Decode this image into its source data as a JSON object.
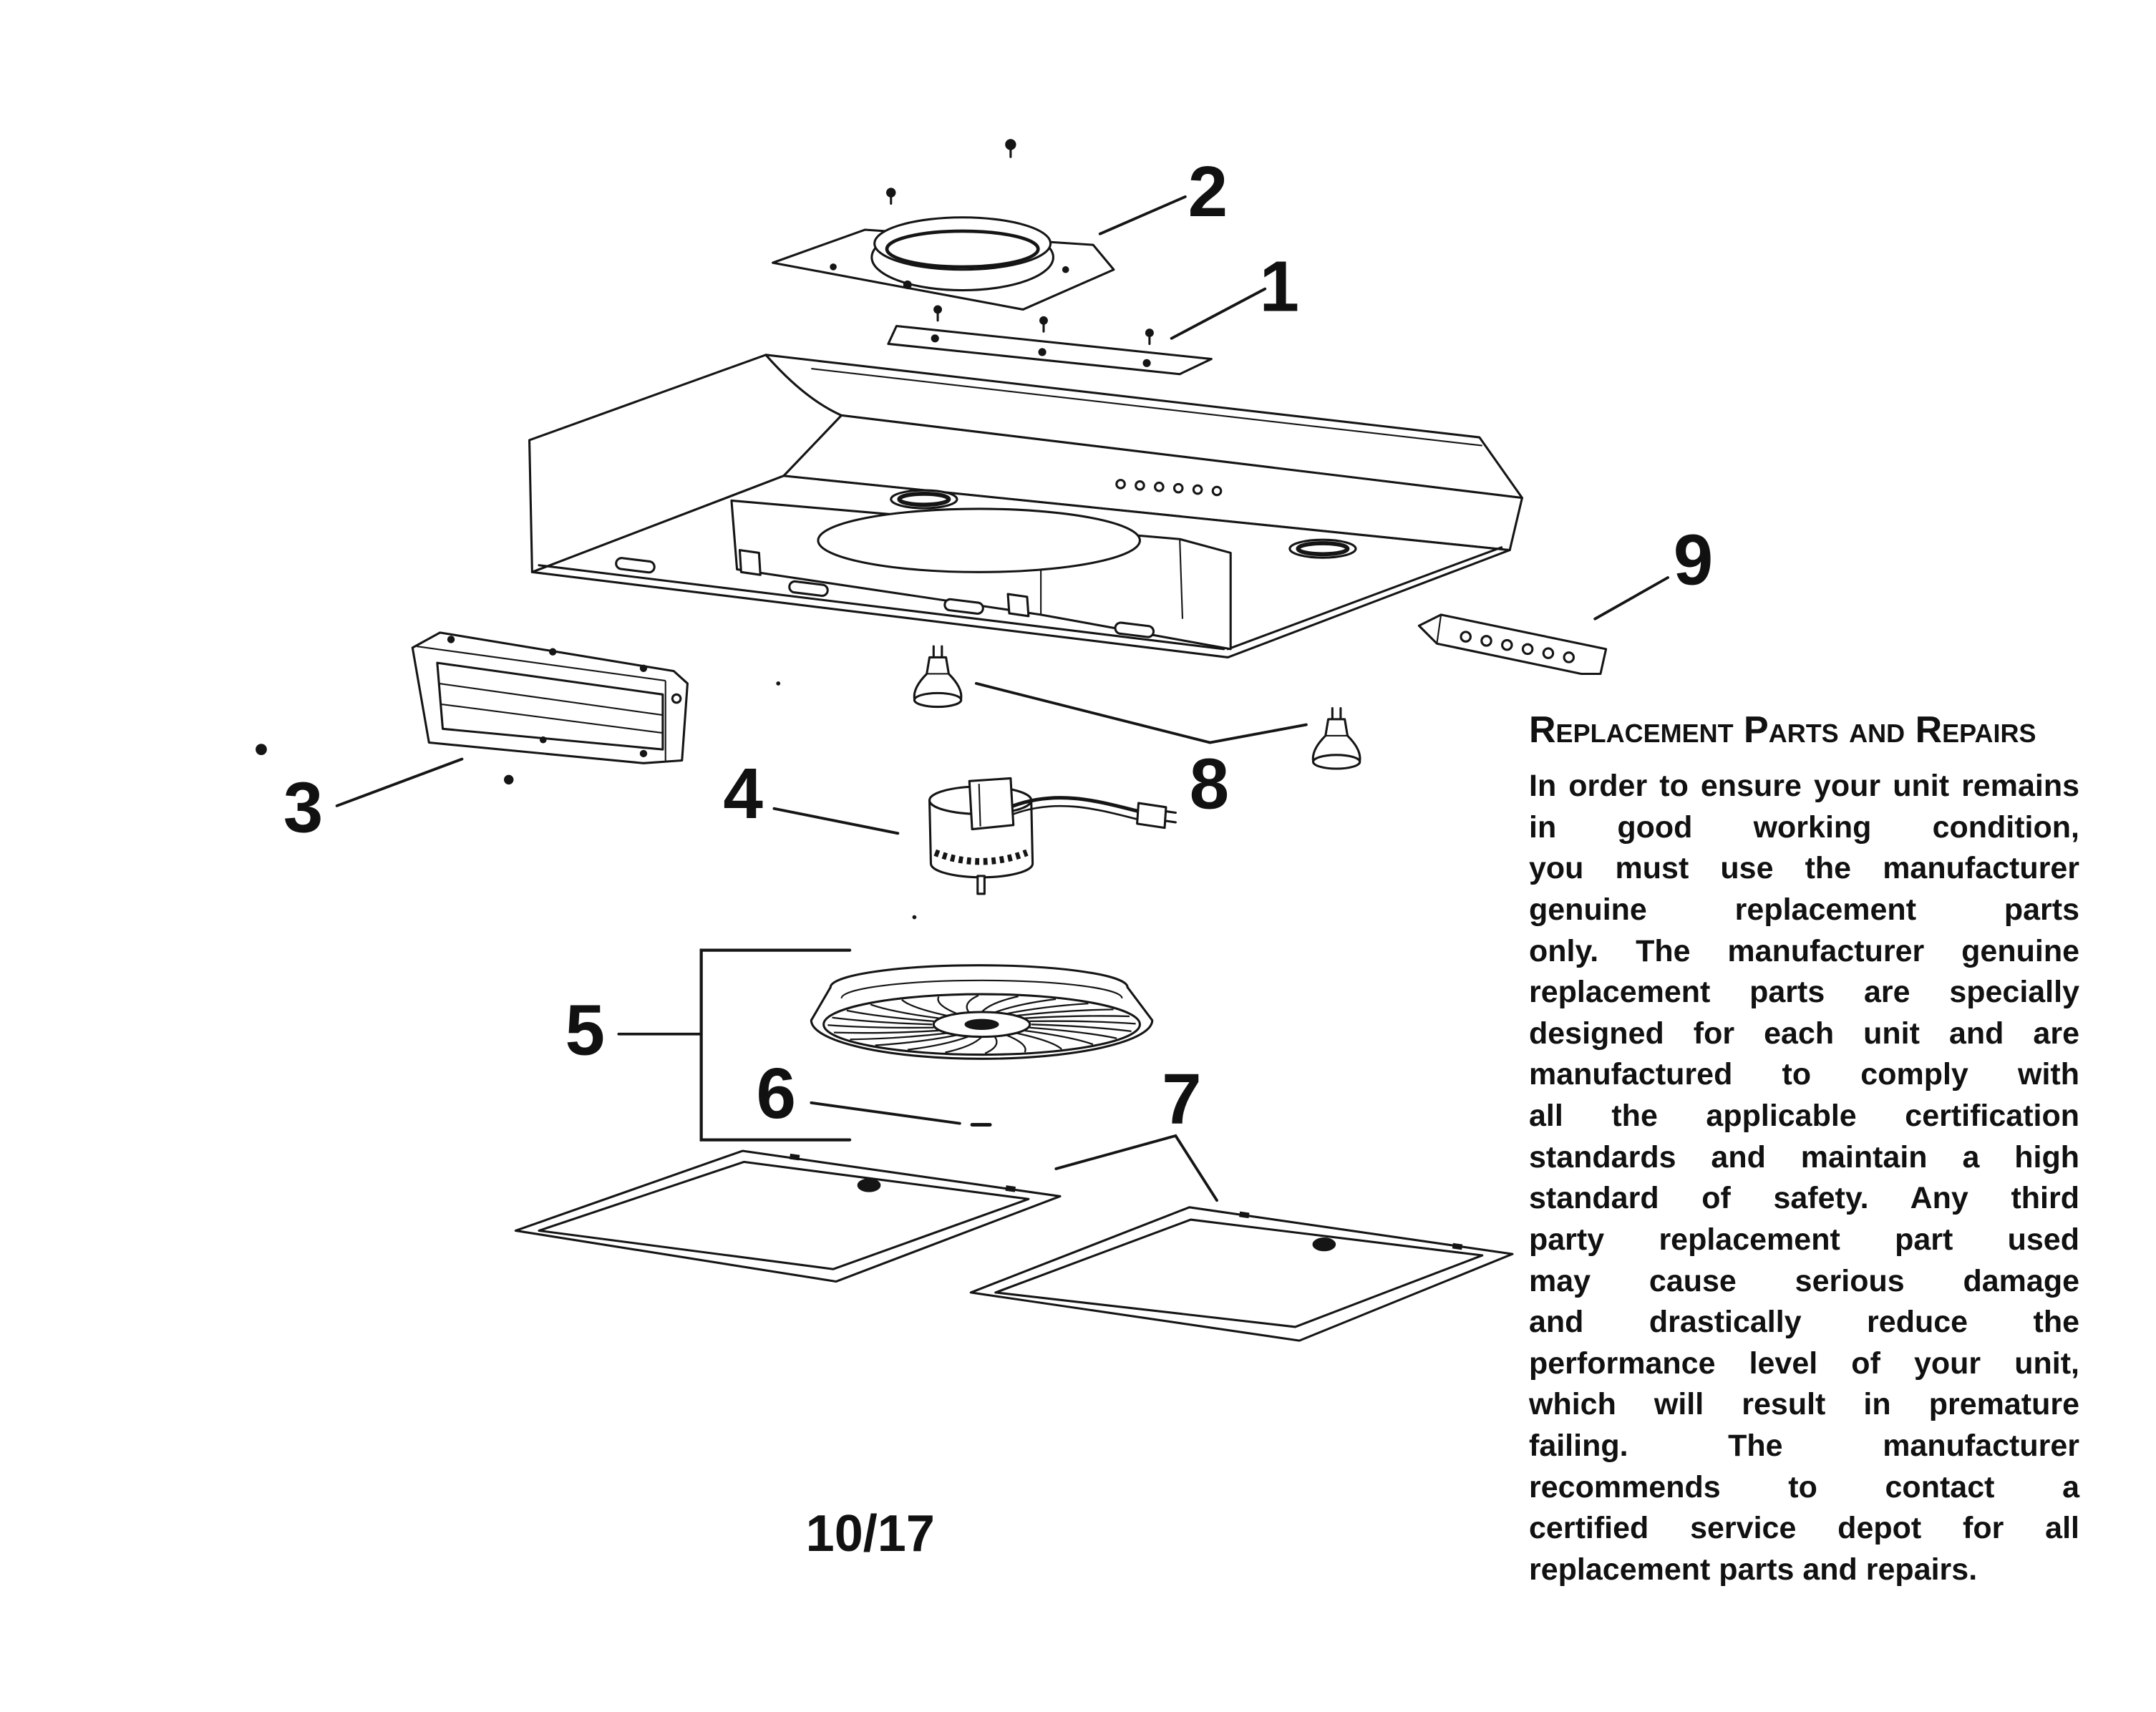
{
  "diagram": {
    "callouts": [
      "1",
      "2",
      "3",
      "4",
      "5",
      "6",
      "7",
      "8",
      "9"
    ]
  },
  "notice": {
    "heading": "Replacement Parts and Repairs",
    "paragraph_lines": [
      "In order to ensure your unit remains",
      "in good working condition,",
      "you must use the manufacturer",
      "genuine replacement parts",
      "only. The manufacturer genuine",
      "replacement parts are specially",
      "designed for each unit and are",
      "manufactured to comply with",
      "all the applicable certification",
      "standards and maintain a high",
      "standard of safety. Any third",
      "party replacement part used",
      "may cause serious damage",
      "and drastically reduce the",
      "performance level of your unit,",
      "which will result in premature",
      "failing. The manufacturer",
      "recommends to contact a",
      "certified service depot for all",
      "replacement parts and repairs."
    ]
  },
  "page_number": "10/17"
}
